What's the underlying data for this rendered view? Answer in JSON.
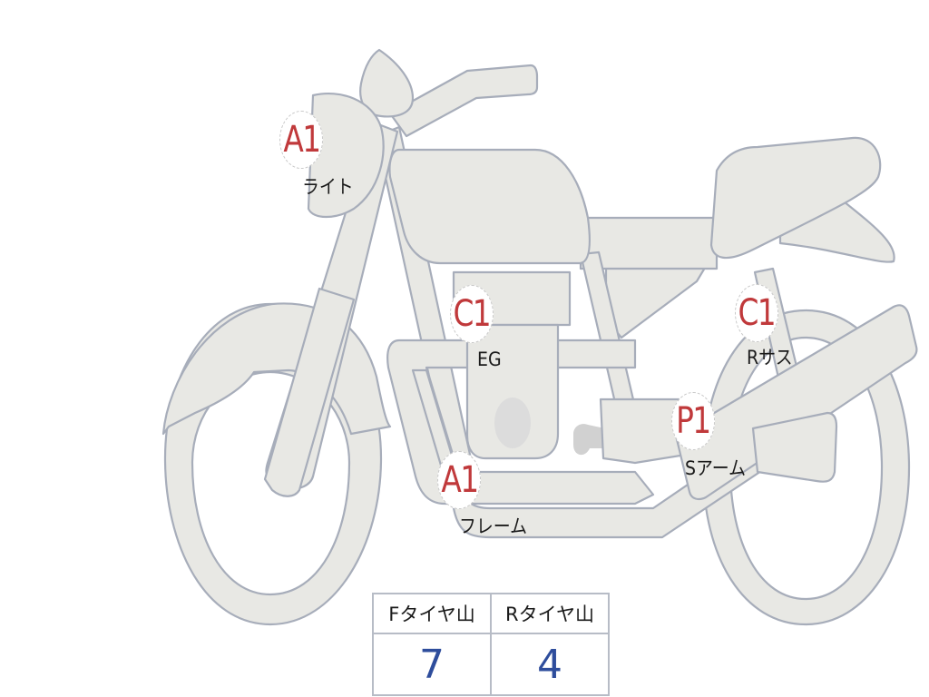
{
  "diagram": {
    "subject": "motorcycle-inspection",
    "colors": {
      "part_fill": "#e8e8e4",
      "part_outline": "#a7adba",
      "grade_text": "#c0393b",
      "value_text": "#2e4d9c",
      "label_text": "#1a1a1a"
    },
    "inspection_points": [
      {
        "id": "light",
        "grade": "A1",
        "label": "ライト"
      },
      {
        "id": "engine",
        "grade": "C1",
        "label": "EG"
      },
      {
        "id": "rear-suspension",
        "grade": "C1",
        "label": "Rサス"
      },
      {
        "id": "swing-arm",
        "grade": "P1",
        "label": "Sアーム"
      },
      {
        "id": "frame",
        "grade": "A1",
        "label": "フレーム"
      }
    ],
    "tire_tread_table": {
      "headers": [
        "Fタイヤ山",
        "Rタイヤ山"
      ],
      "values": [
        "7",
        "4"
      ]
    }
  }
}
